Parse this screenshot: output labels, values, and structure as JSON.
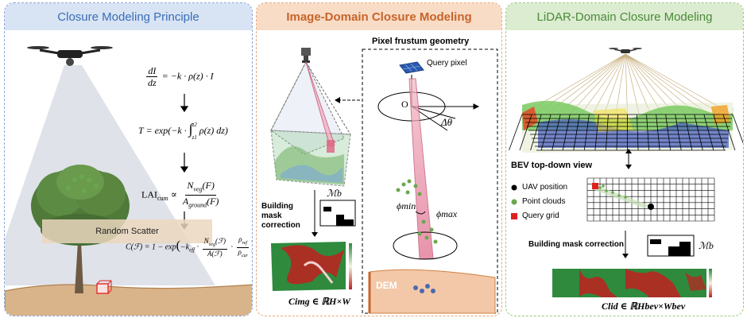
{
  "panels": {
    "principle": {
      "title": "Closure Modeling Principle",
      "random_scatter": "Random Scatter"
    },
    "image": {
      "title": "Image-Domain Closure Modeling",
      "frustum_title": "Pixel frustum geometry",
      "query_pixel": "Query pixel",
      "origin": "O",
      "delta_theta": "Δθ",
      "phi_min": "ϕmin",
      "phi_max": "ϕmax",
      "building_mask": "Building mask correction",
      "mask_symbol": "ℳb",
      "dem": "DEM",
      "c_img": "Cimg ∈ ℝH×W"
    },
    "lidar": {
      "title": "LiDAR-Domain Closure Modeling",
      "bev": "BEV top-down view",
      "legend_uav": "UAV position",
      "legend_points": "Point clouds",
      "legend_query": "Query grid",
      "building_mask": "Building mask correction",
      "mask_symbol": "ℳb",
      "c_lid": "Clid ∈ ℝHbev×Wbev"
    }
  },
  "equations": {
    "eq1": "dI/dz = −k · ρ(z) · I",
    "eq2": "T = exp(−k · ∫ ρ(z) dz)",
    "eq2_upper": "z2",
    "eq2_lower": "z1",
    "eq3": "LAIcum ∝ Nveg(F) / Aground(F)",
    "eq4": "C(ℱ) = 1 − exp(−keff · Nveg(ℱ)/A(ℱ) · ρref/ρcur)"
  },
  "colors": {
    "principle_border": "#8aa8d8",
    "image_border": "#e8a878",
    "lidar_border": "#9cc884",
    "query_red": "#e02020",
    "point_green": "#6aa84f",
    "dem_orange": "#e89a60"
  }
}
